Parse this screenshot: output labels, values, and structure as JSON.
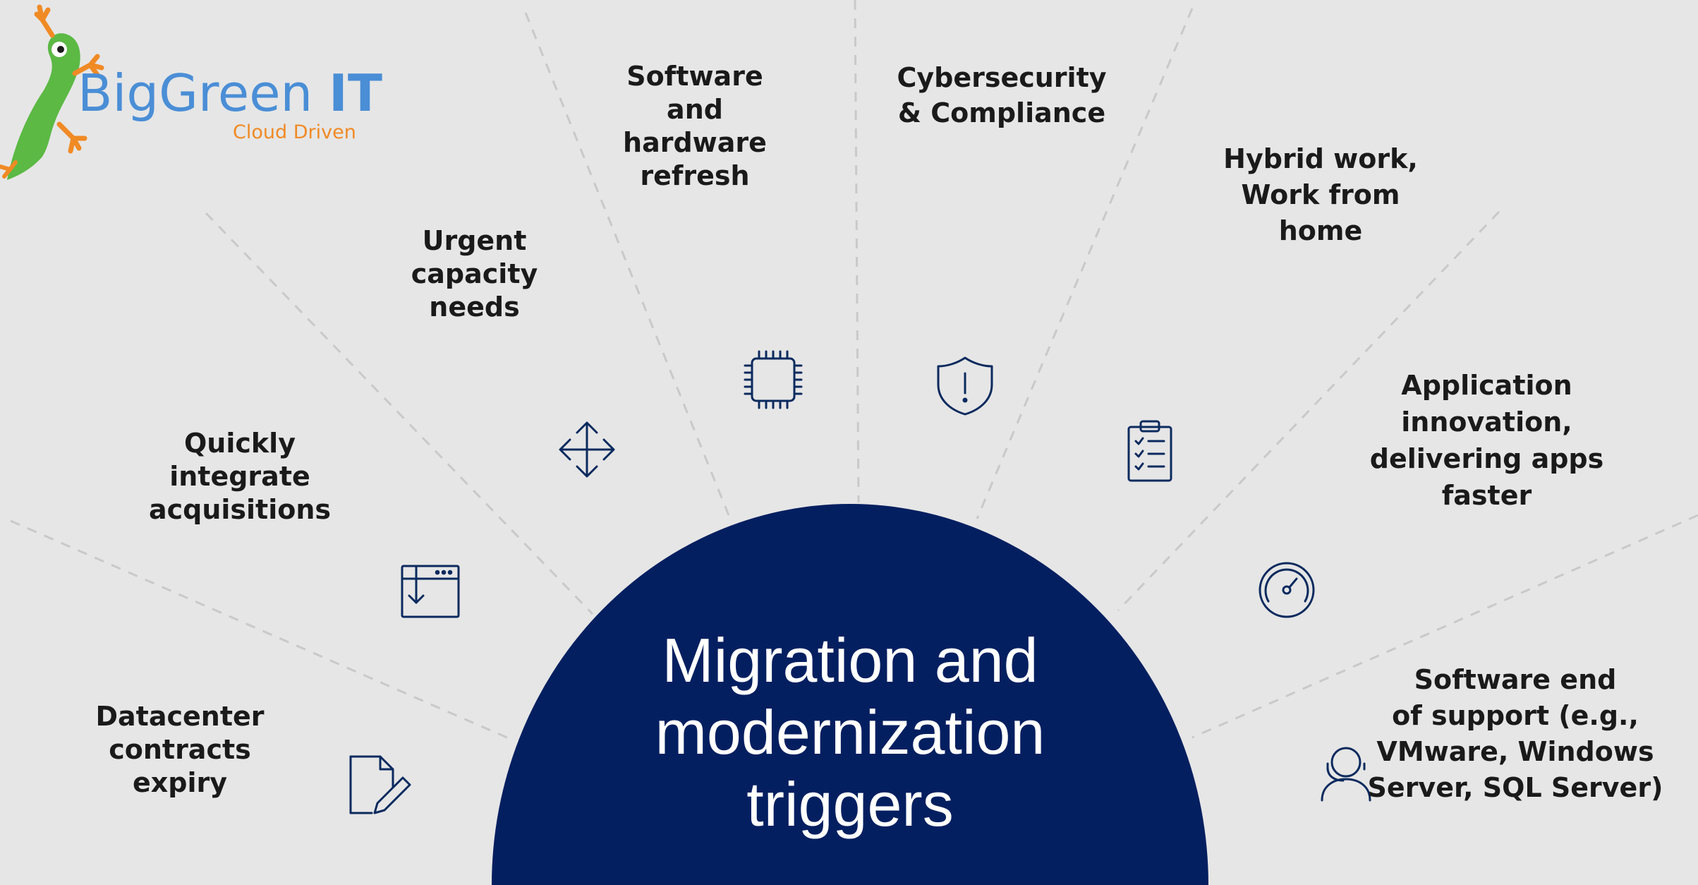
{
  "logo": {
    "name_part1": "Big",
    "name_part2": "Green",
    "name_part3": "IT",
    "tagline": "Cloud Driven",
    "colors": {
      "blue": "#4a8ed6",
      "orange": "#f08a24",
      "frog_green": "#5bb944"
    }
  },
  "center": {
    "title_lines": [
      "Migration and",
      "modernization",
      "triggers"
    ],
    "fill_color": "#041f60"
  },
  "triggers": [
    {
      "id": "datacenter",
      "lines": [
        "Datacenter",
        "contracts",
        "expiry"
      ],
      "icon": "document-edit-icon"
    },
    {
      "id": "acquisitions",
      "lines": [
        "Quickly",
        "integrate",
        "acquisitions"
      ],
      "icon": "download-window-icon"
    },
    {
      "id": "capacity",
      "lines": [
        "Urgent",
        "capacity",
        "needs"
      ],
      "icon": "move-arrows-icon"
    },
    {
      "id": "refresh",
      "lines": [
        "Software",
        "and",
        "hardware",
        "refresh"
      ],
      "icon": "cpu-chip-icon"
    },
    {
      "id": "security",
      "lines": [
        "Cybersecurity",
        "& Compliance"
      ],
      "icon": "shield-alert-icon"
    },
    {
      "id": "hybrid",
      "lines": [
        "Hybrid work,",
        "Work from",
        "home"
      ],
      "icon": "clipboard-checklist-icon"
    },
    {
      "id": "appinnovation",
      "lines": [
        "Application",
        "innovation,",
        "delivering  apps",
        "faster"
      ],
      "icon": "speedometer-icon"
    },
    {
      "id": "endofsupport",
      "lines": [
        "Software end",
        "of support (e.g.,",
        "VMware,  Windows",
        "Server, SQL Server)"
      ],
      "icon": "headset-person-icon"
    }
  ],
  "colors": {
    "background": "#e6e6e6",
    "icon_stroke": "#0b2a5e",
    "divider": "#c9c9c9"
  }
}
